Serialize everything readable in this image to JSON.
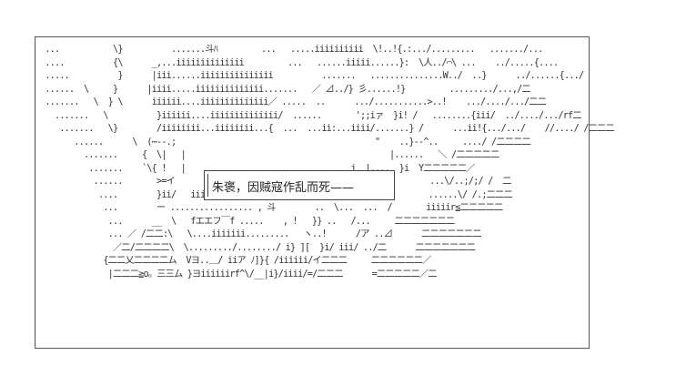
{
  "speech": {
    "text": "朱褒，因贼寇作乱而死——"
  },
  "art_lines": [
    " ...           \\}          .......斗ﾊ         ...   .....iiiiiiiiii  \\!..!{.:.../.........   ......./...",
    " ....          {\\      _,...iiiiiiiiiiiiii         ...   ......iiiii......}:  \\人../⌒\\ ...    ../.....{....",
    " .....          }      |iii......iiiiiiiiiiiiiii          .......   ...............W../  ..}      ../......{.../",
    " ......  \\     }      |iiii.....iiiiiiiiiiiiii.......   ／ ⊿../} 彡......!}         ........./...,/二",
    " .......   \\  } \\      iiiiii....iiiiiiiiiiiiii／ .....  ..      .../...........>..!    .../..../.../二二",
    "   .......   \\          }iiiiii....iiiiiiiiiiiiii/  ......       ';;iァ  }i! /   ........{iii/  ../..../.../rf二",
    "    .......   \\}        /iiiiiiii...iiiiiiii...{  ...  ...ii:...iiii/.......} /      ...ii!{.../.../    //..../ /二二二",
    "       ......      \\  (⋯--.;                                         \"    ..}--^..     ..../ /二二二二",
    "         .......     {  \\|   |                                          |......   ＼ /二二二二二",
    "          .......    `\\{ !   |                                  j  |....  }i  Y二二二二二／",
    "           ......       >=イ                 ーー`}{`  }........   fi   |        ...\\/..;/;/ /  二",
    "            ....        }ii/   iiiii           ...  `\\   .../...     }          ......\\/ /.;二二二",
    "             ...        ー ................. , 斗        ..  \\...  ...  /       iiiiir≦二二二二二",
    "              ...      __  \\   fエエフ￣f .....    , !   }} ..   /...     二二二二二二二",
    "              ... ／ /二二:\\   \\....iiiiiii.........   ヽ..!      /ア ..⊿      二二二二二二二",
    "               ／二/二二二二\\  \\........./......../ i} ][  }i/ iii/ ../二      二二二二二二二",
    "             {二二乂二二二二ム  Vヨ..＿/ iiア ﾉ]}{ /iiiiii/イ二二二     二二二二二二／",
    "              |二二二≧o。三三ム }ヨiiiiiirf^\\/__|i}/iiii/=/二二二      =二二二二二／二"
  ]
}
